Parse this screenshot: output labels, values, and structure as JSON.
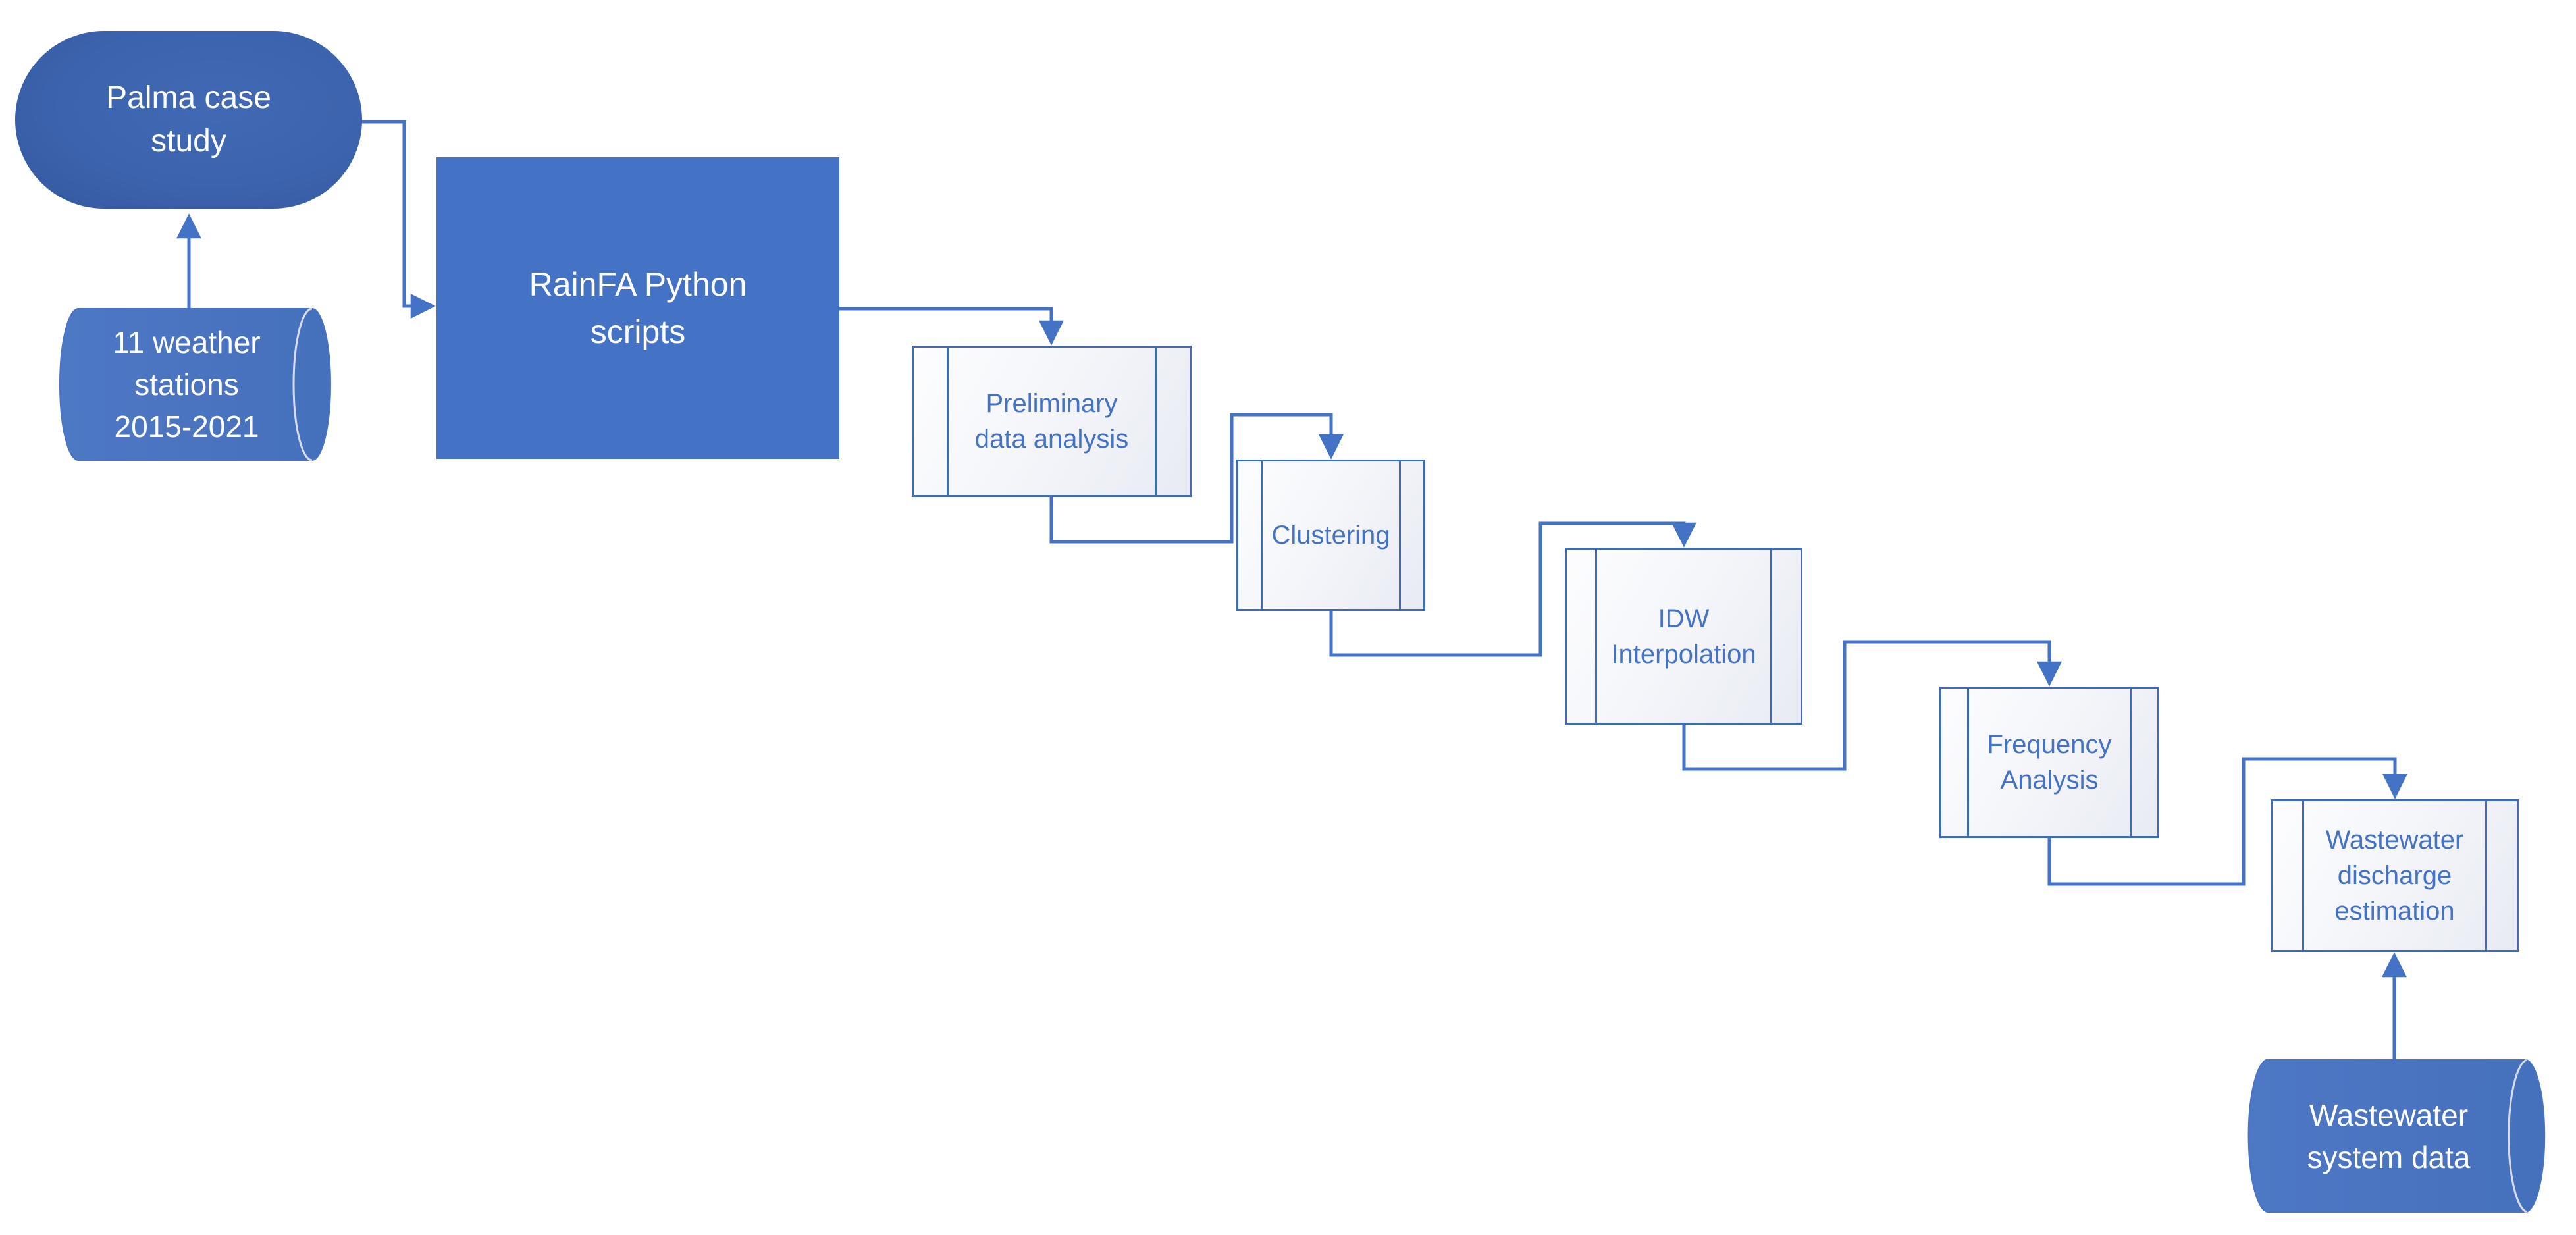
{
  "diagram": {
    "title": "RainFA Python scripts workflow flowchart",
    "background": "#ffffff",
    "colors": {
      "accent_blue": "#4472C4",
      "terminator_fill": "#3C63AD",
      "cylinder_fill": "#4A74C1",
      "process_fill": "#4472C4",
      "predefined_box_fill_light": "#FDFDFE",
      "predefined_box_fill_shade": "#E9EBF4",
      "predefined_box_border": "#3F6BB5",
      "box_text_blue": "#4472C4",
      "white_text": "#FFFFFF",
      "cylinder_rim_highlight": "#D8DCEA"
    },
    "nodes": {
      "palma": {
        "shape": "terminator",
        "label": "Palma case\nstudy"
      },
      "weather_db": {
        "shape": "data-cylinder",
        "label": "11 weather\nstations\n2015-2021"
      },
      "rainfa": {
        "shape": "process",
        "label": "RainFA Python\nscripts"
      },
      "preliminary": {
        "shape": "predefined-process",
        "label": "Preliminary\ndata analysis"
      },
      "clustering": {
        "shape": "predefined-process",
        "label": "Clustering"
      },
      "idw": {
        "shape": "predefined-process",
        "label": "IDW\nInterpolation"
      },
      "frequency": {
        "shape": "predefined-process",
        "label": "Frequency\nAnalysis"
      },
      "wastewater_est": {
        "shape": "predefined-process",
        "label": "Wastewater\ndischarge\nestimation"
      },
      "wastewater_db": {
        "shape": "data-cylinder",
        "label": "Wastewater\nsystem data"
      }
    },
    "connectors": [
      {
        "from": "weather_db",
        "to": "palma"
      },
      {
        "from": "palma",
        "to": "rainfa"
      },
      {
        "from": "rainfa",
        "to": "preliminary"
      },
      {
        "from": "preliminary",
        "to": "clustering"
      },
      {
        "from": "clustering",
        "to": "idw"
      },
      {
        "from": "idw",
        "to": "frequency"
      },
      {
        "from": "frequency",
        "to": "wastewater_est"
      },
      {
        "from": "wastewater_db",
        "to": "wastewater_est"
      }
    ]
  }
}
